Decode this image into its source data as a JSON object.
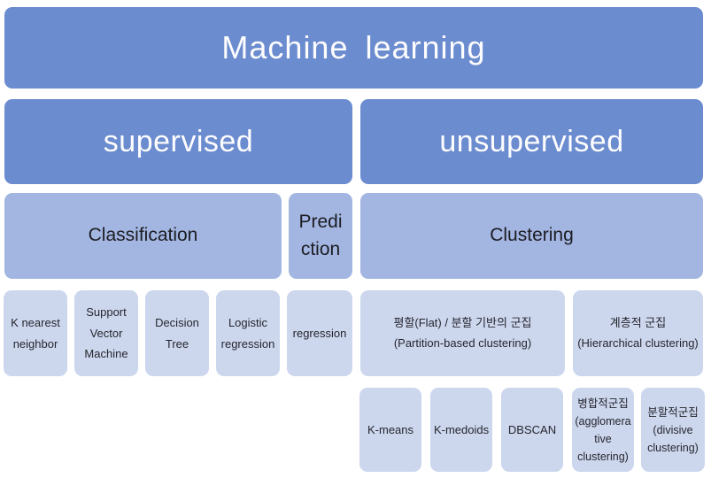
{
  "palette": {
    "dark_blue": "#6c8cd0",
    "mid_blue": "#a3b6e2",
    "light_blue": "#ccd7ee",
    "text_light": "#fdfdfd",
    "text_dark": "#26262e",
    "bg": "#ffffff"
  },
  "nodes": {
    "machine_learning": {
      "label": "Machine learning"
    },
    "supervised": {
      "label": "supervised"
    },
    "unsupervised": {
      "label": "unsupervised"
    },
    "classification": {
      "label": "Classification"
    },
    "prediction": {
      "lines": [
        "Predi",
        "ction"
      ]
    },
    "clustering": {
      "label": "Clustering"
    },
    "k_nearest_neighbor": {
      "lines": [
        "K nearest",
        "neighbor"
      ]
    },
    "support_vector_machine": {
      "lines": [
        "Support",
        "Vector",
        "Machine"
      ]
    },
    "decision_tree": {
      "lines": [
        "Decision",
        "Tree"
      ]
    },
    "logistic_regression": {
      "lines": [
        "Logistic",
        "regression"
      ]
    },
    "regression": {
      "label": "regression"
    },
    "partition_based": {
      "lines": [
        "평할(Flat) / 분할 기반의 군집",
        "(Partition-based clustering)"
      ]
    },
    "hierarchical": {
      "lines": [
        "계층적 군집",
        "(Hierarchical clustering)"
      ]
    },
    "k_means": {
      "label": "K-means"
    },
    "k_medoids": {
      "label": "K-medoids"
    },
    "dbscan": {
      "label": "DBSCAN"
    },
    "agglomerative": {
      "lines": [
        "병합적군집",
        "(agglomera",
        "tive",
        "clustering)"
      ]
    },
    "divisive": {
      "lines": [
        "분할적군집",
        "(divisive",
        "clustering)"
      ]
    }
  }
}
